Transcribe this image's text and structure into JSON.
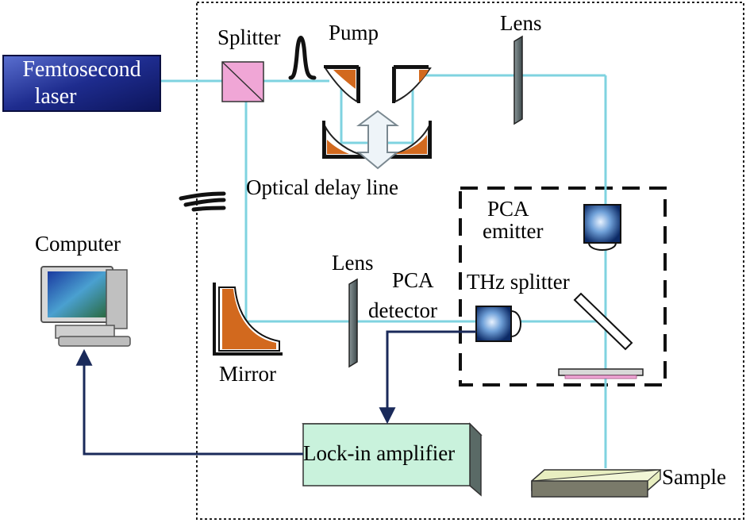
{
  "diagram": {
    "labels": {
      "femto_line1": "Femtosecond",
      "femto_line2": "laser",
      "splitter": "Splitter",
      "pump": "Pump",
      "lens_top": "Lens",
      "optical_delay_line": "Optical delay line",
      "pca_emitter_line1": "PCA",
      "pca_emitter_line2": "emitter",
      "computer": "Computer",
      "lens_mid": "Lens",
      "pca_detector_line1": "PCA",
      "pca_detector_line2": "detector",
      "thz_splitter": "THz splitter",
      "mirror": "Mirror",
      "lock_in_amplifier": "Lock-in amplifier",
      "sample": "Sample"
    },
    "colors": {
      "beam": "#7fd3e0",
      "signal": "#1a2a5a",
      "laser_box": "#1c2a8c",
      "splitter_cube": "#f0a6d6",
      "copper": "#d2691e",
      "amplifier": "#c9f2dc",
      "sample": "#e8eec0",
      "lens": "#5a6668"
    }
  }
}
